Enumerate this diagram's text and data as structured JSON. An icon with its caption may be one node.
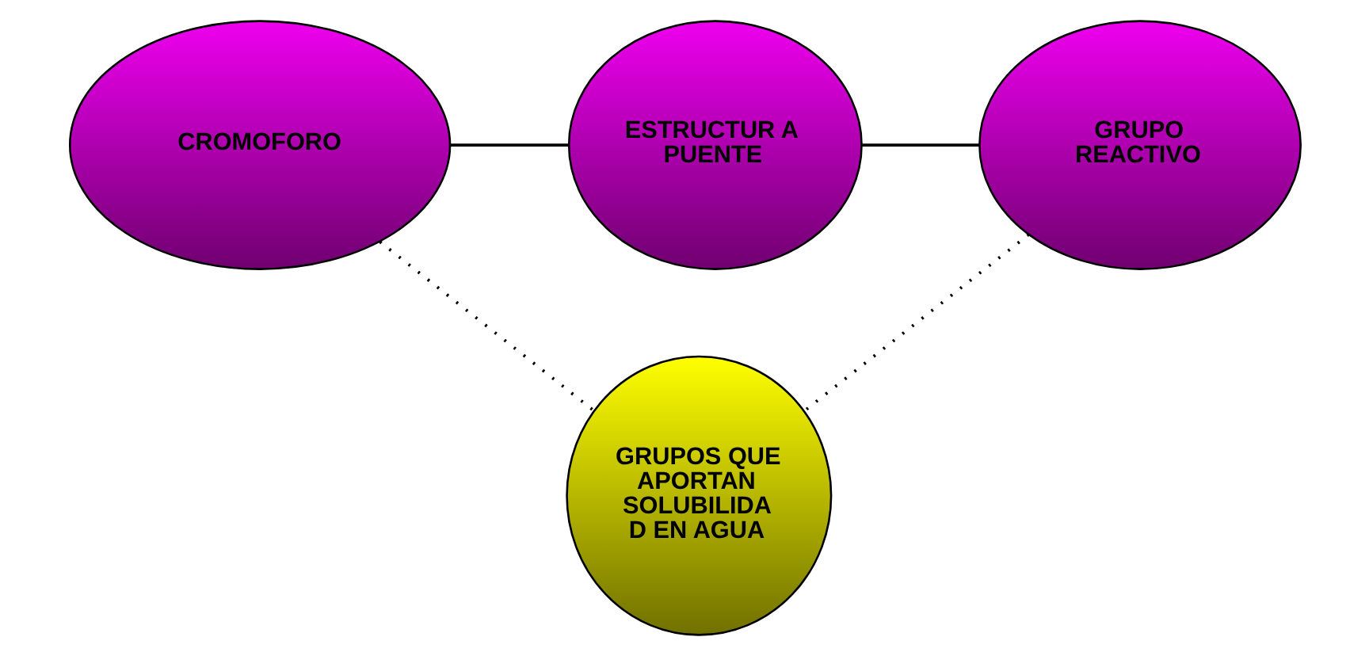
{
  "diagram": {
    "nodes": [
      {
        "text": [
          "CROMOFORO"
        ]
      },
      {
        "text": [
          "ESTRUCTUR A PUENTE"
        ]
      },
      {
        "text": [
          "GRUPO REACTIVO"
        ]
      },
      {
        "text": [
          "GRUPOS QUE APORTAN SOLUBILIDA D EN AGUA"
        ]
      }
    ],
    "edges": [
      {
        "from": 0,
        "to": 1,
        "arrow": "none"
      },
      {
        "from": 1,
        "to": 2,
        "arrow": "none"
      },
      {
        "from": 0,
        "to": 3,
        "arrow": "none",
        "style": "dashed"
      },
      {
        "from": 2,
        "to": 3,
        "arrow": "none",
        "style": "dashed"
      }
    ]
  }
}
